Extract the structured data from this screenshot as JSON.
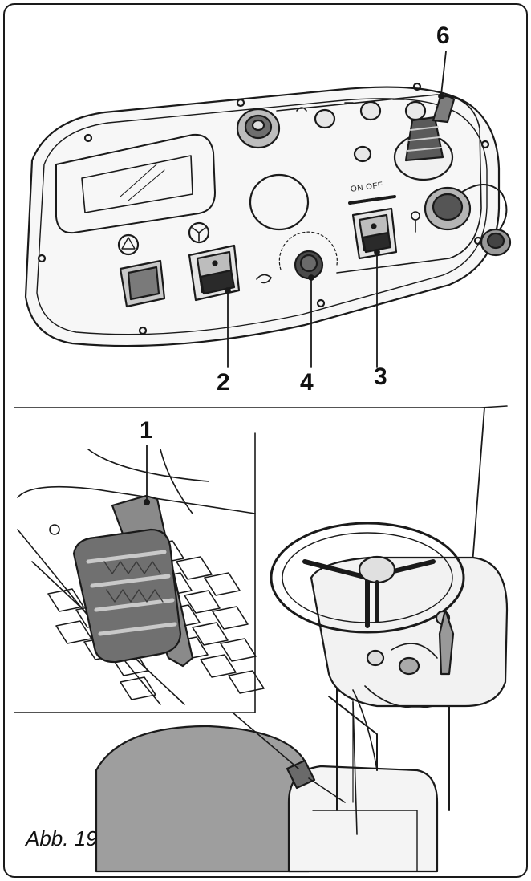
{
  "callouts": {
    "c1": "1",
    "c2": "2",
    "c3": "3",
    "c4": "4",
    "c6": "6"
  },
  "panel": {
    "onoff_label": "ON OFF"
  },
  "caption": "Abb. 19"
}
